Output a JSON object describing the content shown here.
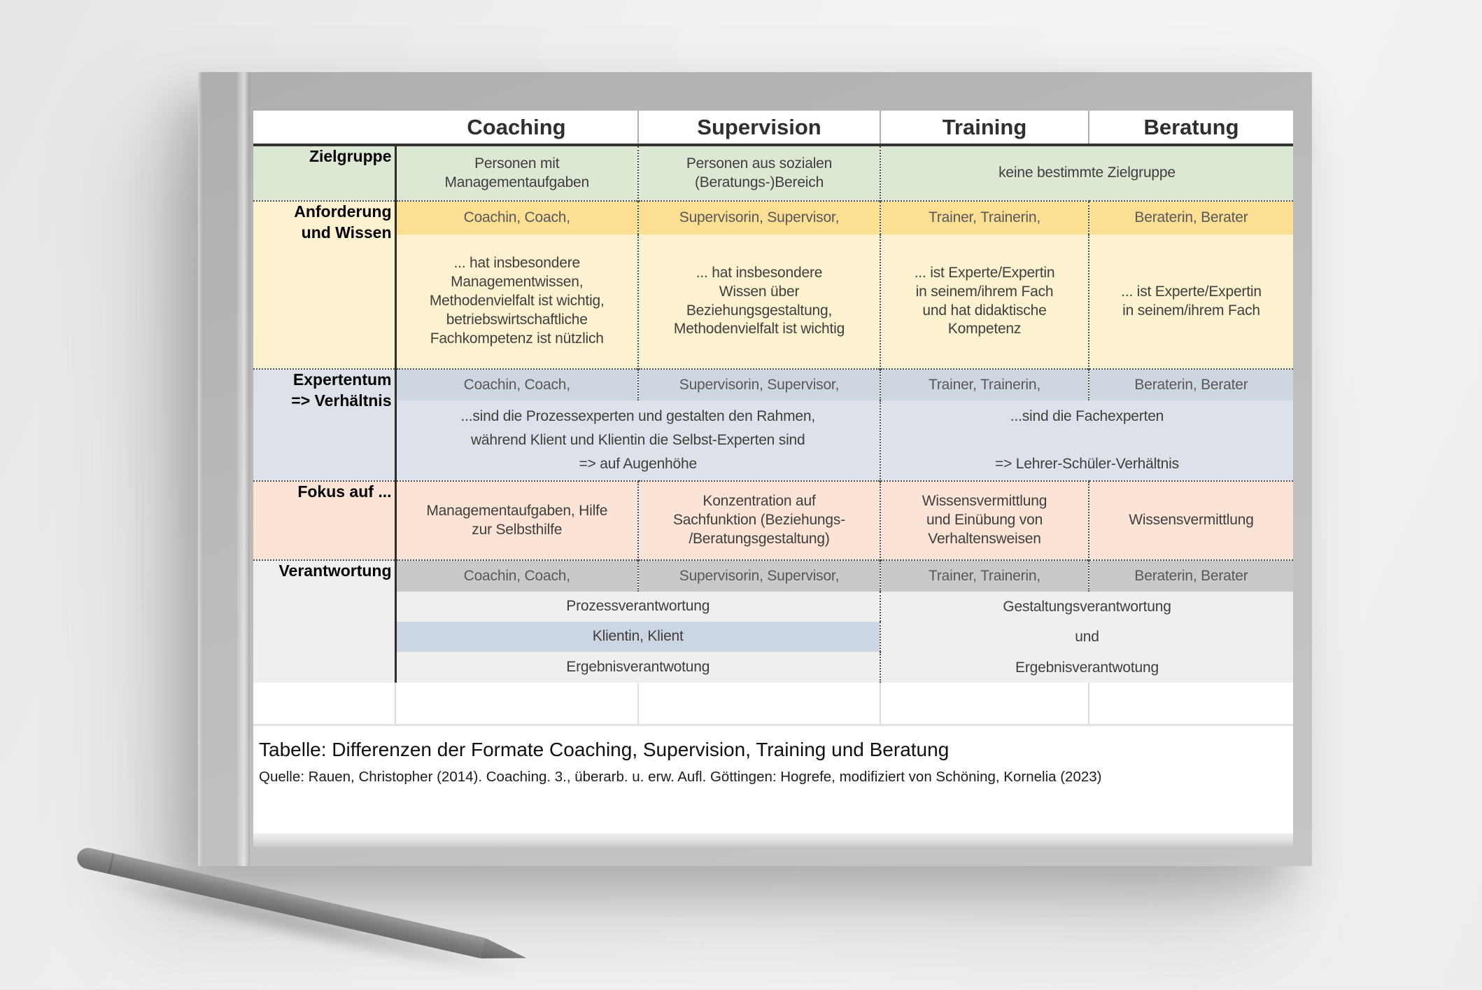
{
  "document": {
    "columns": [
      "Coaching",
      "Supervision",
      "Training",
      "Beratung"
    ],
    "rows": {
      "zielgruppe": {
        "label": "Zielgruppe",
        "coaching": "Personen mit\nManagementaufgaben",
        "supervision": "Personen aus sozialen\n(Beratungs-)Bereich",
        "training_beratung": "keine bestimmte Zielgruppe"
      },
      "anforderung": {
        "label": "Anforderung\nund Wissen",
        "roles": {
          "coaching": "Coachin, Coach,",
          "supervision": "Supervisorin, Supervisor,",
          "training": "Trainer, Trainerin,",
          "beratung": "Beraterin, Berater"
        },
        "coaching": "... hat insbesondere\nManagementwissen,\nMethodenvielfalt ist wichtig,\nbetriebswirtschaftliche\nFachkompetenz ist nützlich",
        "supervision": "... hat insbesondere\nWissen über\nBeziehungsgestaltung,\nMethodenvielfalt ist wichtig",
        "training": "... ist Experte/Expertin\nin seinem/ihrem Fach\nund hat didaktische\nKompetenz",
        "beratung": "... ist Experte/Expertin\nin seinem/ihrem Fach"
      },
      "expertentum": {
        "label": "Expertentum\n=> Verhältnis",
        "roles": {
          "coaching": "Coachin, Coach,",
          "supervision": "Supervisorin, Supervisor,",
          "training": "Trainer, Trainerin,",
          "beratung": "Beraterin, Berater"
        },
        "coaching_supervision": "...sind die Prozessexperten und gestalten den Rahmen,\nwährend Klient und Klientin die Selbst-Experten sind\n=> auf Augenhöhe",
        "training_beratung": "...sind die Fachexperten\n\n=> Lehrer-Schüler-Verhältnis"
      },
      "fokus": {
        "label": "Fokus auf ...",
        "coaching": "Managementaufgaben, Hilfe\nzur Selbsthilfe",
        "supervision": "Konzentration auf\nSachfunktion (Beziehungs-\n/Beratungsgestaltung)",
        "training": "Wissensvermittlung\nund Einübung von\nVerhaltensweisen",
        "beratung": "Wissensvermittlung"
      },
      "verantwortung": {
        "label": "Verantwortung",
        "roles": {
          "coaching": "Coachin, Coach,",
          "supervision": "Supervisorin, Supervisor,",
          "training": "Trainer, Trainerin,",
          "beratung": "Beraterin, Berater"
        },
        "coaching_supervision": {
          "row1": "Prozessverantwortung",
          "row2": "Klientin, Klient",
          "row3": "Ergebnisverantwotung"
        },
        "training_beratung": "Gestaltungsverantwortung\nund\nErgebnisverantwotung"
      }
    },
    "caption": "Tabelle: Differenzen der Formate Coaching, Supervision, Training und Beratung",
    "source": "Quelle: Rauen, Christopher (2014). Coaching. 3., überarb. u. erw. Aufl. Göttingen: Hogrefe, modifiziert von Schöning, Kornelia (2023)"
  },
  "colors": {
    "green": "#dce8d4",
    "yellow_dark": "#fcdf92",
    "yellow_light": "#fdf2cf",
    "blue_dark": "#ced6e0",
    "blue_light": "#dde2ea",
    "pink": "#fbe3d6",
    "gray_dark": "#c9c9c9",
    "gray_light": "#efefef",
    "klientin_blue": "#ccd5e2"
  }
}
